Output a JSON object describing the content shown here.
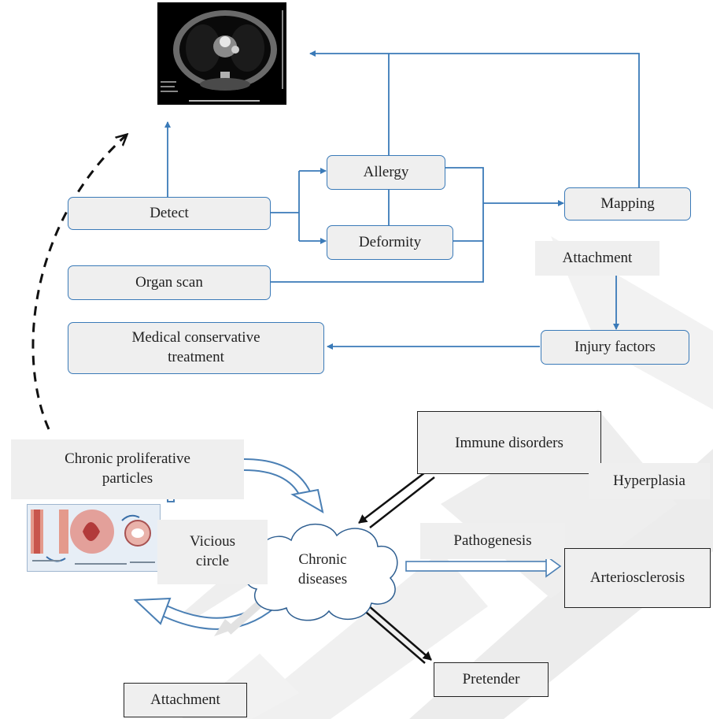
{
  "nodes": {
    "detect": "Detect",
    "allergy": "Allergy",
    "deformity": "Deformity",
    "mapping": "Mapping",
    "organ_scan": "Organ scan",
    "attachment_top": "Attachment",
    "medical_treatment": "Medical conservative treatment",
    "injury_factors": "Injury factors",
    "chronic_particles": "Chronic proliferative particles",
    "immune_disorders": "Immune disorders",
    "hyperplasia": "Hyperplasia",
    "vicious_circle": "Vicious circle",
    "chronic_diseases": "Chronic diseases",
    "pathogenesis": "Pathogenesis",
    "arteriosclerosis": "Arteriosclerosis",
    "pretender": "Pretender",
    "attachment_bottom": "Attachment"
  },
  "images": {
    "ct_scan": "ct-scan-image",
    "illustration": "artery-illustration"
  },
  "colors": {
    "flow_arrow": "#3a7ab8",
    "node_fill": "#efefef",
    "watermark": "#e6e6e6",
    "dark_arrow": "#111111"
  }
}
